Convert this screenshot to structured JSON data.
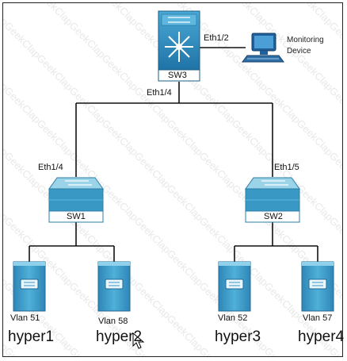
{
  "diagram": {
    "watermark": "ClapGeek",
    "core": {
      "label": "SW3",
      "port_down": "Eth1/4",
      "port_right": "Eth1/2"
    },
    "monitoring": {
      "label_line1": "Monitoring",
      "label_line2": "Device"
    },
    "left_switch": {
      "label": "SW1",
      "port_up": "Eth1/4"
    },
    "right_switch": {
      "label": "SW2",
      "port_up": "Eth1/5"
    },
    "hosts": [
      {
        "name": "hyper1",
        "vlan": "Vlan 51"
      },
      {
        "name": "hyper2",
        "vlan": "Vlan 58"
      },
      {
        "name": "hyper3",
        "vlan": "Vlan 52"
      },
      {
        "name": "hyper4",
        "vlan": "Vlan 57"
      }
    ],
    "colors": {
      "switch_top": "#8ccde3",
      "switch_body": "#3f9cc4",
      "switch_dark": "#2b7fa8",
      "core_fill": "#2f8fc0",
      "server_fill": "#3c97c4",
      "line": "#111111"
    }
  }
}
